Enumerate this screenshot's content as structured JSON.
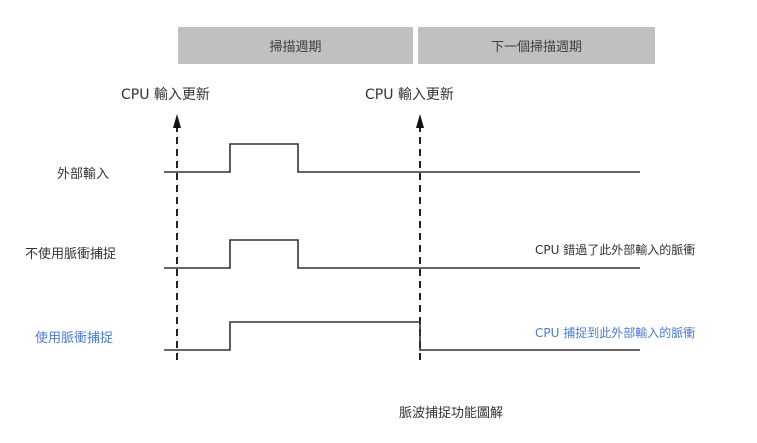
{
  "header": {
    "scan_cycle": "掃描週期",
    "next_scan_cycle": "下一個掃描週期"
  },
  "markers": {
    "cpu_update_1": "CPU 輸入更新",
    "cpu_update_2": "CPU 輸入更新"
  },
  "signals": [
    {
      "label": "外部輸入",
      "note": ""
    },
    {
      "label": "不使用脈衝捕捉",
      "note": "CPU 錯過了此外部輸入的脈衝"
    },
    {
      "label": "使用脈衝捕捉",
      "note": "CPU 捕捉到此外部輸入的脈衝"
    }
  ],
  "caption": "脈波捕捉功能圖解",
  "colors": {
    "highlight": "#4a7bd0",
    "bar": "#c0c0c0",
    "line": "#333333"
  }
}
